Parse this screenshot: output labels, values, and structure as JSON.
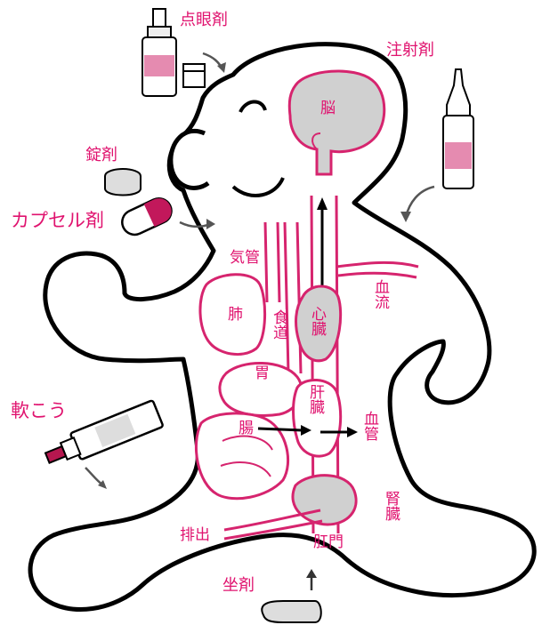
{
  "dosage_forms": {
    "eye_drops": "点眼剤",
    "injection": "注射剤",
    "tablet": "錠剤",
    "capsule": "カプセル剤",
    "ointment": "軟こう",
    "suppository": "坐剤"
  },
  "organs": {
    "brain": "脳",
    "trachea": "気管",
    "lung": "肺",
    "esophagus": "食道",
    "heart": "心臓",
    "blood_flow": "血流",
    "stomach": "胃",
    "liver": "肝臓",
    "intestine": "腸",
    "blood_vessel": "血管",
    "kidney": "腎臓",
    "excretion": "排出",
    "anus": "肛門"
  },
  "colors": {
    "accent": "#e0136f",
    "organ_line": "#d6246e",
    "organ_fill": "#d0d0d0",
    "outline": "#000000"
  }
}
